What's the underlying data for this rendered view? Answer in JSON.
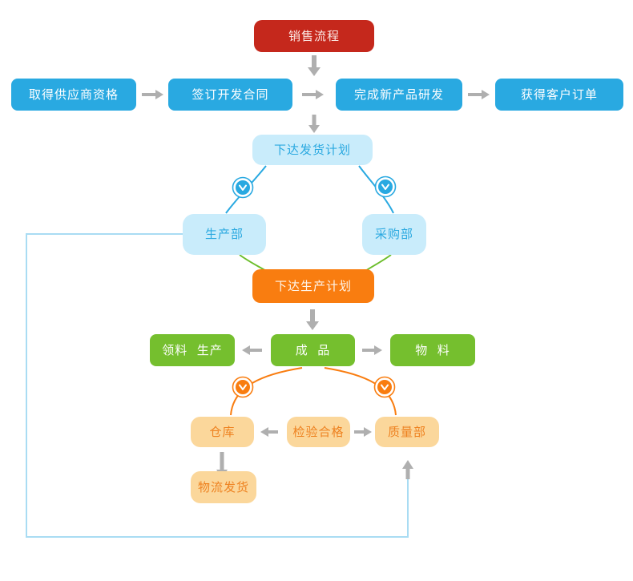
{
  "title": "销售流程",
  "colors": {
    "red": "#C5281C",
    "blue": "#29A9E1",
    "light_blue_fill": "#C9ECFB",
    "light_blue_text": "#2BA9E0",
    "orange": "#F97D10",
    "green": "#75BF2E",
    "tan_fill": "#FBD79B",
    "tan_text": "#EE8220",
    "arrow_gray": "#AFAFAF",
    "feedback_line": "#A9DCF3"
  },
  "icons": {
    "clock": "clock-icon"
  },
  "nodes": {
    "sales": {
      "label": "销售流程"
    },
    "supplier": {
      "label": "取得供应商资格"
    },
    "contract": {
      "label": "签订开发合同"
    },
    "develop": {
      "label": "完成新产品研发"
    },
    "order": {
      "label": "获得客户订单"
    },
    "ship_plan": {
      "label": "下达发货计划"
    },
    "production_dept": {
      "label": "生产部"
    },
    "purchasing_dept": {
      "label": "采购部"
    },
    "prod_plan": {
      "label": "下达生产计划"
    },
    "picking": {
      "label": "领料  生产"
    },
    "finished": {
      "label": "成  品"
    },
    "material": {
      "label": "物  料"
    },
    "warehouse": {
      "label": "仓库"
    },
    "inspection": {
      "label": "检验合格"
    },
    "quality": {
      "label": "质量部"
    },
    "logistics": {
      "label": "物流发货"
    }
  }
}
